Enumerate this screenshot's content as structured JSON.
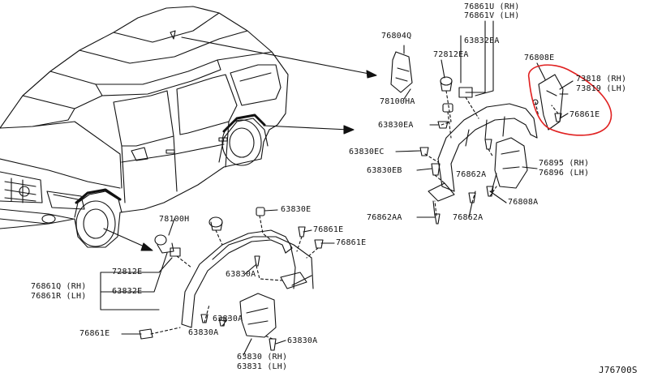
{
  "diagram": {
    "labels": {
      "p76861U": "76861U (RH)",
      "p76861V": "76861V (LH)",
      "p76804Q": "76804Q",
      "p63832EA": "63832EA",
      "p72812EA": "72812EA",
      "p76808E": "76808E",
      "p73818": "73818 (RH)",
      "p73819": "73819 (LH)",
      "p78100HA": "78100HA",
      "p76861E_top": "76861E",
      "p63830EA": "63830EA",
      "p63830EC": "63830EC",
      "p63830EB": "63830EB",
      "p76862A_mid": "76862A",
      "p76895": "76895 (RH)",
      "p76896": "76896 (LH)",
      "p76808A": "76808A",
      "p76862AA": "76862AA",
      "p76862A_low": "76862A",
      "p78100H": "78100H",
      "p63830E": "63830E",
      "p76861E_r1": "76861E",
      "p76861E_r2": "76861E",
      "p72812E": "72812E",
      "p63830A_1": "63830A",
      "p76861Q": "76861Q (RH)",
      "p63832E": "63832E",
      "p76861R": "76861R (LH)",
      "p63830A_2": "63830A",
      "p76861E_left": "76861E",
      "p63830A_3": "63830A",
      "p63830A_4": "63830A",
      "p63830": "63830 (RH)",
      "p63831": "63831 (LH)"
    },
    "reference_code": "J76700S",
    "colors": {
      "line": "#111111",
      "highlight_circle": "#e02020"
    }
  }
}
